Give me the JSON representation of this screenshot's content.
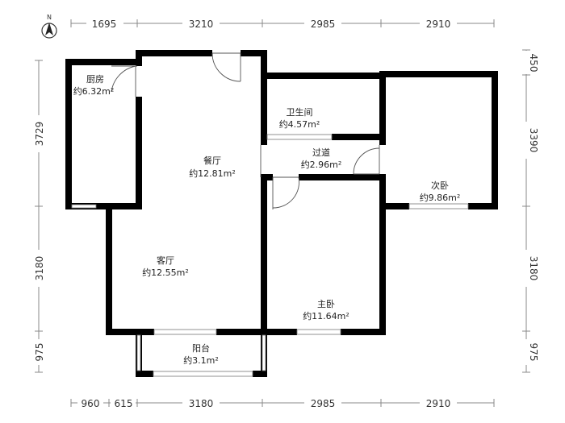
{
  "compass": {
    "label": "N",
    "icon": "north-arrow-icon"
  },
  "dims": {
    "top": [
      "1695",
      "3210",
      "2985",
      "2910"
    ],
    "bottom": [
      "960",
      "615",
      "3180",
      "2985",
      "2910"
    ],
    "left": [
      "3729",
      "3180",
      "975"
    ],
    "right": [
      "450",
      "3390",
      "3180",
      "975"
    ]
  },
  "rooms": {
    "kitchen": {
      "name": "厨房",
      "area": "约6.32m²"
    },
    "dining": {
      "name": "餐厅",
      "area": "约12.81m²"
    },
    "bath": {
      "name": "卫生间",
      "area": "约4.57m²"
    },
    "corridor": {
      "name": "过道",
      "area": "约2.96m²"
    },
    "second_bedroom": {
      "name": "次卧",
      "area": "约9.86m²"
    },
    "living": {
      "name": "客厅",
      "area": "约12.55m²"
    },
    "master_bedroom": {
      "name": "主卧",
      "area": "约11.64m²"
    },
    "balcony": {
      "name": "阳台",
      "area": "约3.1m²"
    }
  }
}
